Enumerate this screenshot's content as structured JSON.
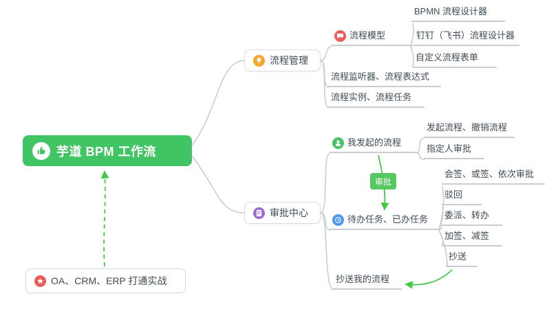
{
  "colors": {
    "root-green": "#41c463",
    "icon-green": "#47c26a",
    "accent-green": "#47c747",
    "badge-green": "#55c95f",
    "connector-gray": "#c9cdd1",
    "line-gray": "#c9cdd1",
    "leaf-text": "#3f4a54",
    "orange": "#f7a52b",
    "red": "#ef5b5b",
    "purple": "#9d68d3",
    "blue": "#4a96f5"
  },
  "root": {
    "label": "芋道 BPM 工作流"
  },
  "practice": {
    "label": "OA、CRM、ERP 打通实战"
  },
  "process_mgmt": {
    "label": "流程管理",
    "model": {
      "label": "流程模型",
      "children": [
        "BPMN 流程设计器",
        "钉钉（飞书）流程设计器",
        "自定义流程表单"
      ]
    },
    "listener": "流程监听器、流程表达式",
    "instance": "流程实例、流程任务"
  },
  "approval": {
    "label": "审批中心",
    "my_flows": {
      "label": "我发起的流程",
      "children": [
        "发起流程、撤销流程",
        "指定人审批"
      ]
    },
    "tasks": {
      "label": "待办任务、已办任务",
      "children": [
        "会签、或签、依次审批",
        "驳回",
        "委派、转办",
        "加签、减签",
        "抄送"
      ]
    },
    "cc": "抄送我的流程",
    "badge": "审批"
  }
}
